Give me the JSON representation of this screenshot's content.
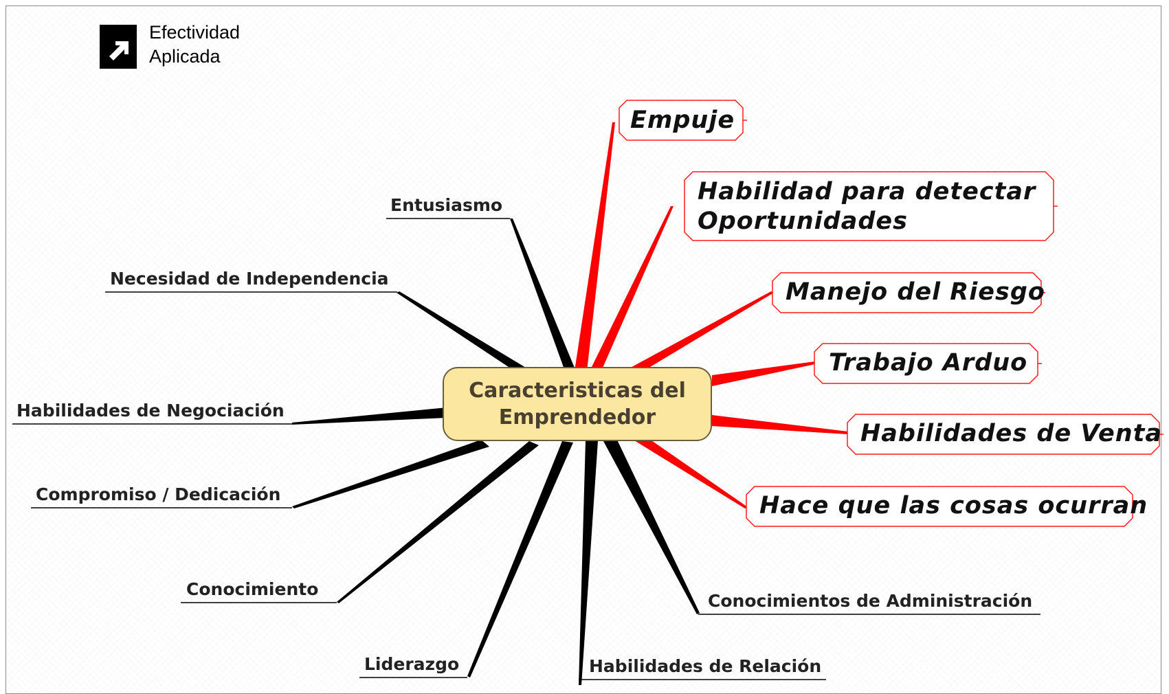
{
  "logo": {
    "line1": "Efectividad",
    "line2": "Aplicada"
  },
  "center": {
    "line1": "Caracteristicas del",
    "line2": "Emprendedor"
  },
  "black_branches": [
    {
      "label": "Entusiasmo"
    },
    {
      "label": "Necesidad de Independencia"
    },
    {
      "label": "Habilidades de Negociación"
    },
    {
      "label": "Compromiso / Dedicación"
    },
    {
      "label": "Conocimiento"
    },
    {
      "label": "Liderazgo"
    },
    {
      "label": "Habilidades de Relación"
    },
    {
      "label": "Conocimientos de Administración"
    }
  ],
  "red_branches": [
    {
      "lines": [
        "Empuje"
      ]
    },
    {
      "lines": [
        "Habilidad para detectar",
        "Oportunidades"
      ]
    },
    {
      "lines": [
        "Manejo del Riesgo"
      ]
    },
    {
      "lines": [
        "Trabajo Arduo"
      ]
    },
    {
      "lines": [
        "Habilidades de Venta"
      ]
    },
    {
      "lines": [
        "Hace que las cosas ocurran"
      ]
    }
  ],
  "colors": {
    "black_branch": "#000000",
    "red_branch": "#ff0000",
    "center_fill": "#fce7a0"
  }
}
